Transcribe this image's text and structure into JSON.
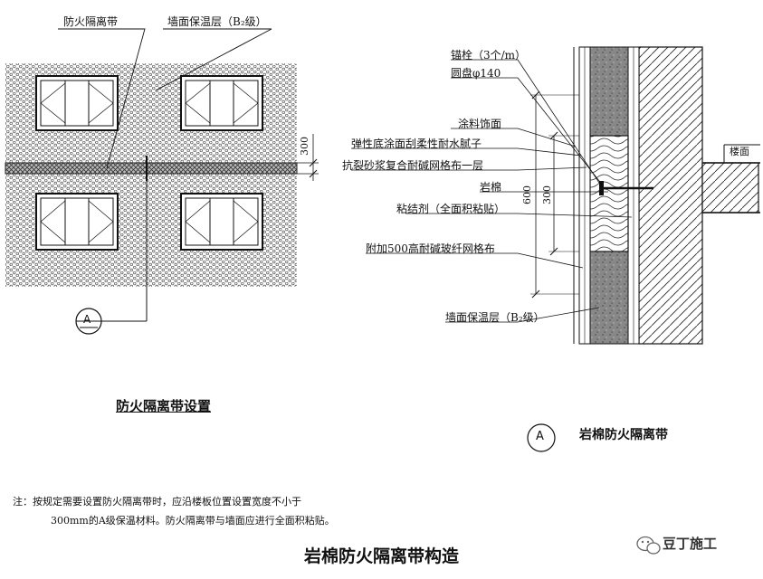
{
  "left_figure": {
    "label_fire_belt": "防火隔离带",
    "label_wall_insulation": "墙面保温层（B₂级）",
    "dimension_300": "300",
    "section_marker": "A",
    "title": "防火隔离带设置"
  },
  "right_figure": {
    "anchor_bolt": "锚栓（3个/m）",
    "disk": "圆盘φ140",
    "paint_finish": "涂料饰面",
    "elastic_putty": "弹性底涂面刮柔性耐水腻子",
    "anticrack_mortar": "抗裂砂浆复合耐碱网格布一层",
    "rock_wool": "岩棉",
    "adhesive": "粘结剂（全面积粘贴）",
    "extra_mesh": "附加500高耐碱玻纤网格布",
    "wall_insulation": "墙面保温层（B₂级）",
    "floor_slab": "楼面",
    "dim_600": "600",
    "dim_300": "300",
    "section_marker": "A",
    "title": "岩棉防火隔离带"
  },
  "note": {
    "line1": "注：按规定需要设置防火隔离带时，应沿楼板位置设置宽度不小于",
    "line2": "300mm的A级保温材料。防火隔离带与墙面应进行全面积粘贴。"
  },
  "caption": "岩棉防火隔离带构造",
  "brand": "豆丁施工"
}
